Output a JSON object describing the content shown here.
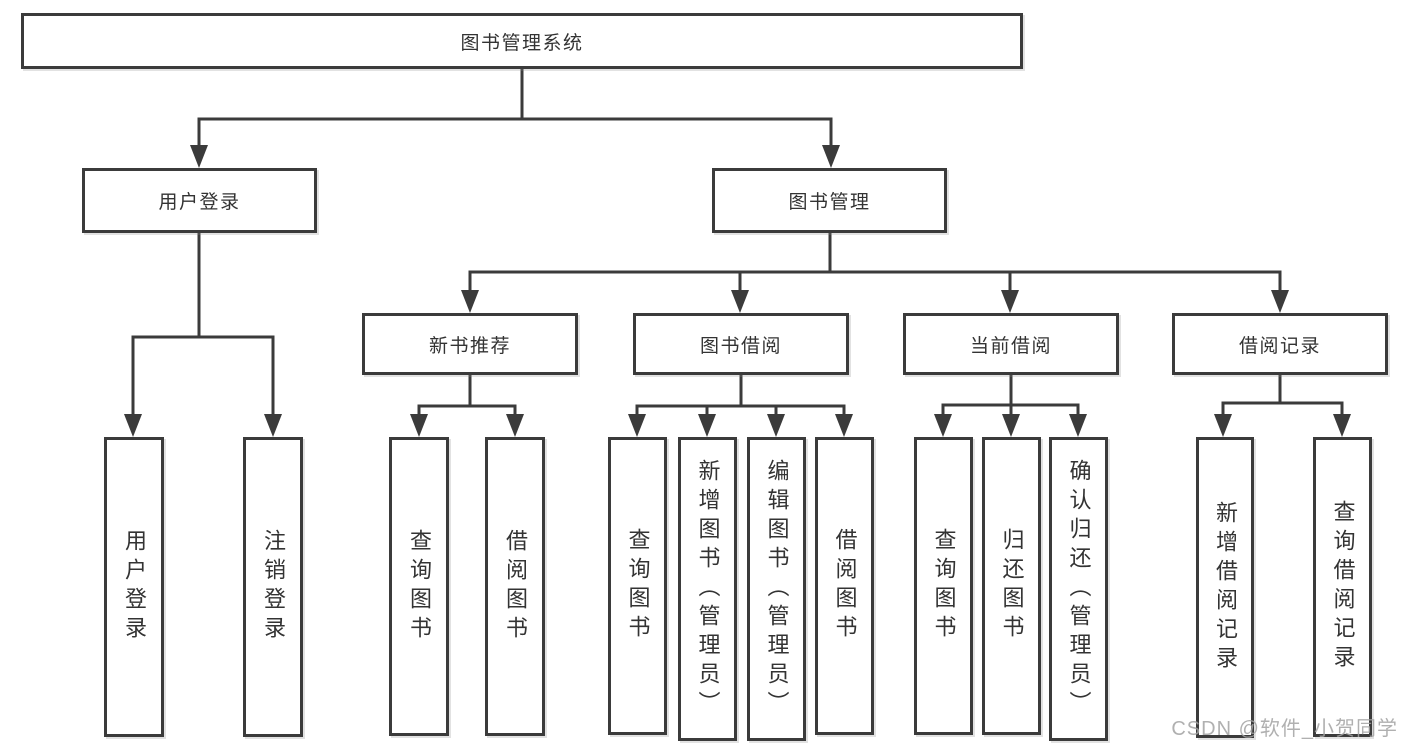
{
  "tree": {
    "label": "图书管理系统",
    "children": [
      {
        "label": "用户登录",
        "children": [
          {
            "label": "用户登录"
          },
          {
            "label": "注销登录"
          }
        ]
      },
      {
        "label": "图书管理",
        "children": [
          {
            "label": "新书推荐",
            "children": [
              {
                "label": "查询图书"
              },
              {
                "label": "借阅图书"
              }
            ]
          },
          {
            "label": "图书借阅",
            "children": [
              {
                "label": "查询图书"
              },
              {
                "label": "新增图书（管理员）"
              },
              {
                "label": "编辑图书（管理员）"
              },
              {
                "label": "借阅图书"
              }
            ]
          },
          {
            "label": "当前借阅",
            "children": [
              {
                "label": "查询图书"
              },
              {
                "label": "归还图书"
              },
              {
                "label": "确认归还（管理员）"
              }
            ]
          },
          {
            "label": "借阅记录",
            "children": [
              {
                "label": "新增借阅记录"
              },
              {
                "label": "查询借阅记录"
              }
            ]
          }
        ]
      }
    ]
  },
  "watermark": {
    "text": "CSDN @软件_小贺同学"
  },
  "colors": {
    "line": "#3b3b3b",
    "box_border": "#3b3b3b",
    "text": "#333333",
    "background": "#ffffff",
    "watermark": "#a3a3a3"
  }
}
